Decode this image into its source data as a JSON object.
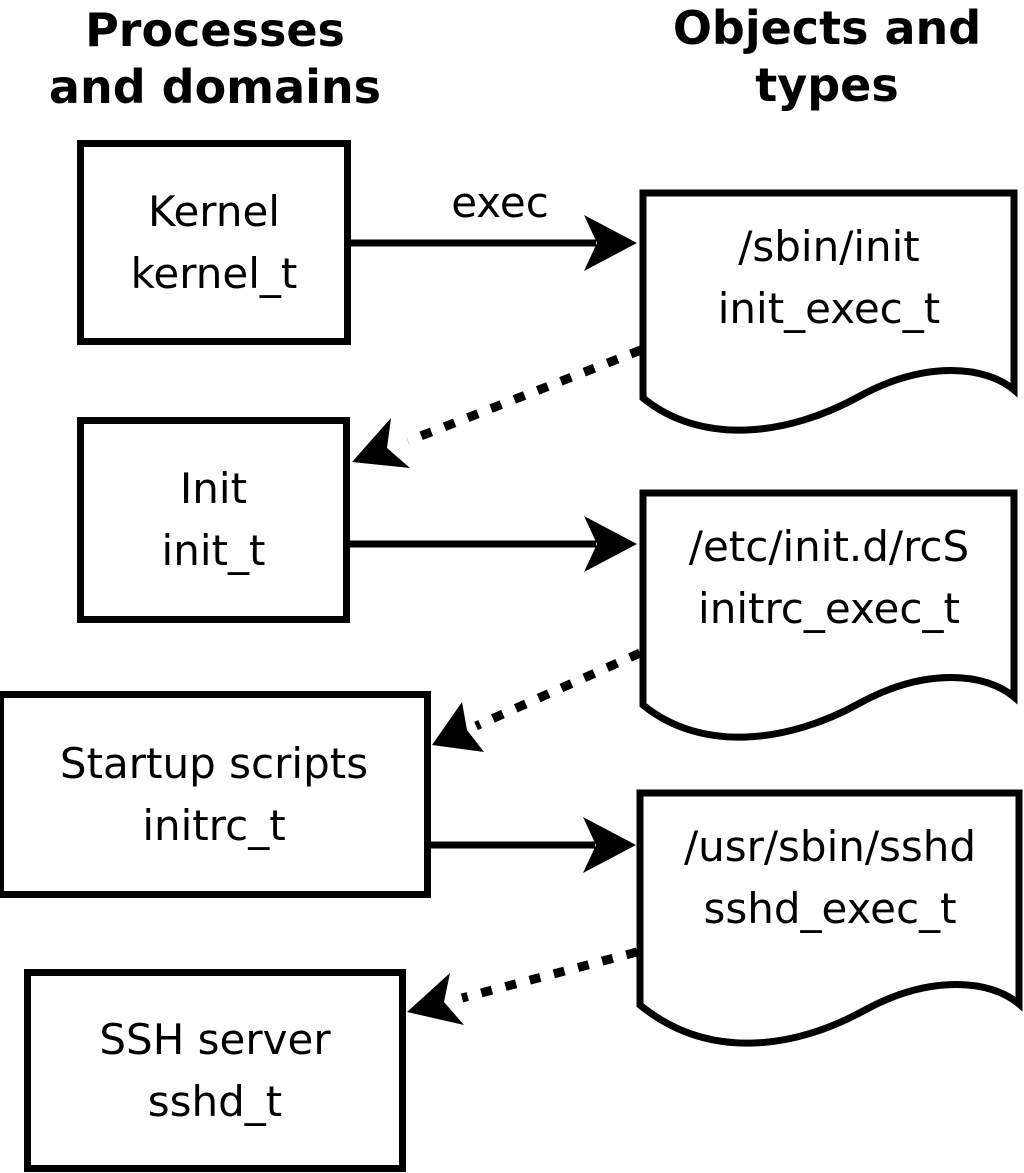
{
  "colors": {
    "ink": "#000000",
    "background": "#ffffff"
  },
  "headers": {
    "left": {
      "line1": "Processes",
      "line2": "and domains"
    },
    "right": {
      "line1": "Objects and",
      "line2": "types"
    }
  },
  "processes": [
    {
      "label": "Kernel",
      "type": "kernel_t"
    },
    {
      "label": "Init",
      "type": "init_t"
    },
    {
      "label": "Startup scripts",
      "type": "initrc_t"
    },
    {
      "label": "SSH server",
      "type": "sshd_t"
    }
  ],
  "objects": [
    {
      "path": "/sbin/init",
      "type": "init_exec_t"
    },
    {
      "path": "/etc/init.d/rcS",
      "type": "initrc_exec_t"
    },
    {
      "path": "/usr/sbin/sshd",
      "type": "sshd_exec_t"
    }
  ],
  "labels": {
    "exec": "exec"
  }
}
